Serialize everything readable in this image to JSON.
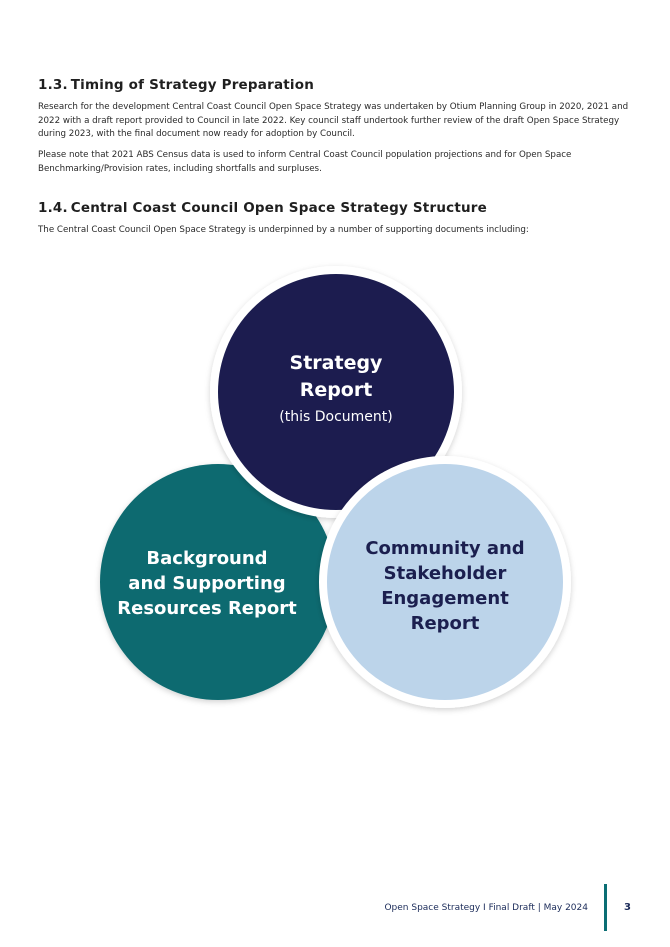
{
  "sections": [
    {
      "heading": "1.3. Timing of Strategy Preparation",
      "paragraphs": [
        "Research for the development Central Coast Council Open Space Strategy was undertaken by Otium Planning Group in 2020, 2021 and 2022 with a draft report provided to Council in late 2022. Key council staff undertook further review of the draft Open Space Strategy during 2023, with the final document now ready for adoption by Council.",
        "Please note that 2021 ABS Census data is used to inform Central Coast Council population projections and for Open Space Benchmarking/Provision rates, including shortfalls and surpluses."
      ]
    },
    {
      "heading": "1.4. Central Coast Council Open Space Strategy Structure",
      "paragraphs": [
        "The Central Coast Council Open Space Strategy is underpinned by a number of supporting documents including:"
      ]
    }
  ],
  "diagram": {
    "top": {
      "title_line1": "Strategy",
      "title_line2": "Report",
      "subtitle": "(this Document)",
      "color": "#1b1f4f"
    },
    "left": {
      "line1": "Background",
      "line2": "and Supporting",
      "line3": "Resources Report",
      "color": "#0b6b70"
    },
    "right": {
      "line1": "Community and",
      "line2": "Stakeholder",
      "line3": "Engagement",
      "line4": "Report",
      "color": "#bcd4ea"
    }
  },
  "footer": {
    "text": "Open Space Strategy I Final Draft | May 2024",
    "page": "3",
    "accent": "#0b6e74"
  }
}
